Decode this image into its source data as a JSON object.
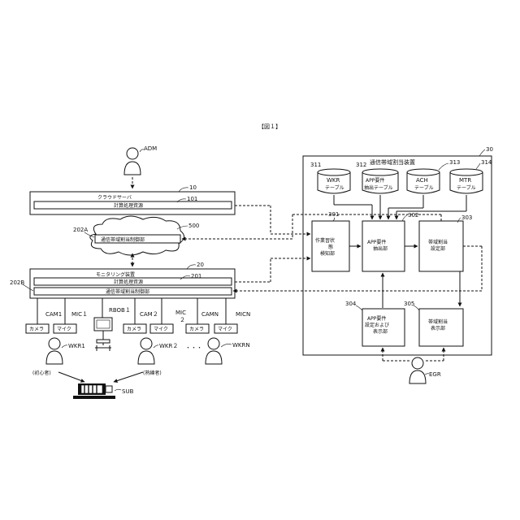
{
  "figure_label": "【図１】",
  "adm": {
    "label": "ADM"
  },
  "cloud_server": {
    "ref": "10",
    "title": "クラウドサーバ",
    "resource_ref": "101",
    "resource_label": "計算処理資源"
  },
  "cloud": {
    "ref": "500",
    "control_ref": "202A",
    "control_label": "通信帯域割当制御部"
  },
  "monitoring": {
    "ref": "20",
    "title": "モニタリング装置",
    "resource_ref": "201",
    "resource_label": "計算処理資源",
    "control_ref": "202B",
    "control_label": "通信帯域割当制御部"
  },
  "devices": [
    {
      "ref": "CAM1",
      "label": "カメラ"
    },
    {
      "ref": "MIC１",
      "label": "マイク"
    },
    {
      "ref": "RBOB１",
      "label": ""
    },
    {
      "ref": "CAM２",
      "label": "カメラ"
    },
    {
      "ref": "MIC\n２",
      "label": "マイク"
    },
    {
      "ref": "CAMN",
      "label": "カメラ"
    },
    {
      "ref": "MICN",
      "label": "マイク"
    }
  ],
  "workers": [
    {
      "ref": "WKR1",
      "note": "(初心者)"
    },
    {
      "ref": "WKR２",
      "note": "(熟練者)"
    },
    {
      "ref": "WKRN",
      "note": ""
    }
  ],
  "ellipsis": "・・・",
  "sub": {
    "ref": "SUB"
  },
  "allocation": {
    "ref": "30",
    "title": "通信帯域割当装置",
    "tables": [
      {
        "ref": "311",
        "label": "WKR\nテーブル"
      },
      {
        "ref": "312",
        "label": "APP要件\n抽出テーブル"
      },
      {
        "ref": "313",
        "label": "ACH\nテーブル"
      },
      {
        "ref": "314",
        "label": "MTR\nテーブル"
      }
    ],
    "units": [
      {
        "ref": "301",
        "label": "作業習状\n態\n検知部"
      },
      {
        "ref": "302",
        "label": "APP要件\n抽出部"
      },
      {
        "ref": "303",
        "label": "帯域割当\n設定部"
      },
      {
        "ref": "304",
        "label": "APP要件\n設定および\n表示部"
      },
      {
        "ref": "305",
        "label": "帯域割当\n表示部"
      }
    ]
  },
  "egr": {
    "label": "EGR"
  }
}
